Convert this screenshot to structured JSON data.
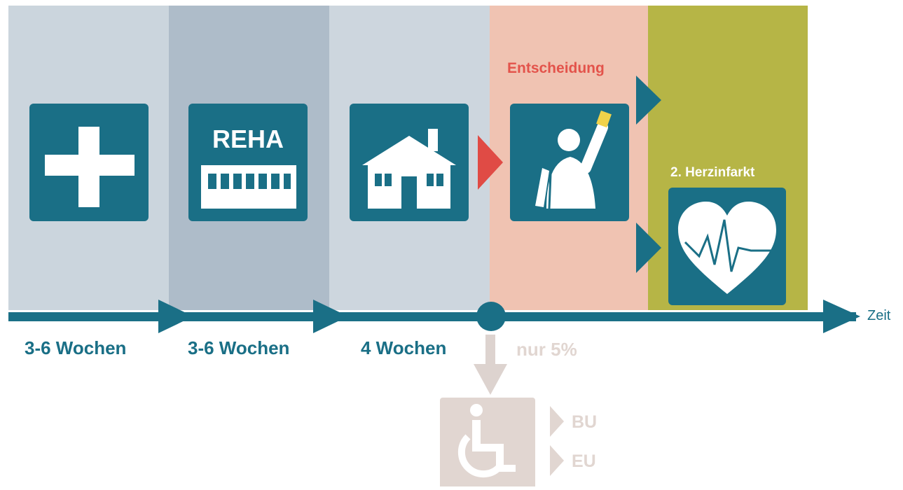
{
  "phases": [
    {
      "id": "hospital",
      "color": "#cbd5dd",
      "duration": "3-6 Wochen",
      "icon": "plus-icon"
    },
    {
      "id": "reha",
      "color": "#aebcc9",
      "duration": "3-6 Wochen",
      "icon": "reha-building-icon",
      "card_text": "REHA"
    },
    {
      "id": "home",
      "color": "#cdd6de",
      "duration": "4 Wochen",
      "icon": "house-icon"
    },
    {
      "id": "decision",
      "color": "#f0c3b2",
      "title": "Entscheidung",
      "icon": "person-raising-hand-icon"
    },
    {
      "id": "heart-attack",
      "color": "#b6b546",
      "title": "2. Herzinfarkt",
      "icon": "heart-pulse-icon"
    }
  ],
  "timeline": {
    "axis_label": "Zeit",
    "line_color": "#1a6f86"
  },
  "disability": {
    "percent_text": "nur 5%",
    "options": [
      "BU",
      "EU"
    ],
    "icon": "wheelchair-icon",
    "color": "#e1d6d1"
  },
  "colors": {
    "card": "#1a6f86",
    "decision_text": "#e3534b",
    "decision_arrow": "#e04b45"
  }
}
